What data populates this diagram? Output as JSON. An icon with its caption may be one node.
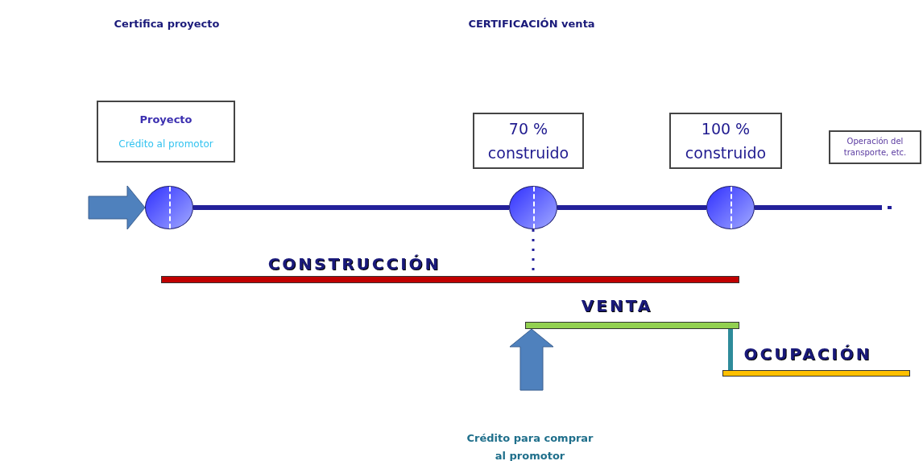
{
  "diagram": {
    "nodes": [
      {
        "text": [
          "Proyecto",
          "Crédito al promotor"
        ]
      },
      {
        "text": [
          "70 % construido"
        ]
      },
      {
        "text": [
          "100 % construido"
        ]
      },
      {
        "text": [
          "Operación del transporte, etc."
        ]
      },
      {
        "text": [],
        "shape": "circle"
      },
      {
        "text": [],
        "shape": "circle"
      },
      {
        "text": [],
        "shape": "circle"
      },
      {
        "text": [],
        "shape": "bar",
        "beside": [
          "CONSTRUCCIÓN"
        ]
      },
      {
        "text": [],
        "shape": "bar",
        "beside": [
          "VENTA"
        ]
      },
      {
        "text": [],
        "shape": "bar",
        "beside": [
          "OCUPACIÓN"
        ]
      }
    ],
    "edges": [
      {
        "from": null,
        "to": 4,
        "arrow": "to",
        "style": "thick",
        "color": "#4f81bd"
      },
      {
        "from": 4,
        "to": 5,
        "arrow": "none"
      },
      {
        "from": 5,
        "to": 6,
        "arrow": "none"
      },
      {
        "from": 6,
        "to": null,
        "arrow": "other"
      },
      {
        "from": 5,
        "to": 7,
        "arrow": "none",
        "style": "dashed"
      },
      {
        "from": 8,
        "to": 9,
        "arrow": "none",
        "color": "#2e8b9a"
      },
      {
        "from": null,
        "to": 8,
        "arrow": "to",
        "style": "thick",
        "color": "#4f81bd"
      }
    ],
    "labels": [
      "Certifica proyecto",
      "CERTIFICACIÓN venta",
      "Crédito para comprar al promotor"
    ]
  }
}
